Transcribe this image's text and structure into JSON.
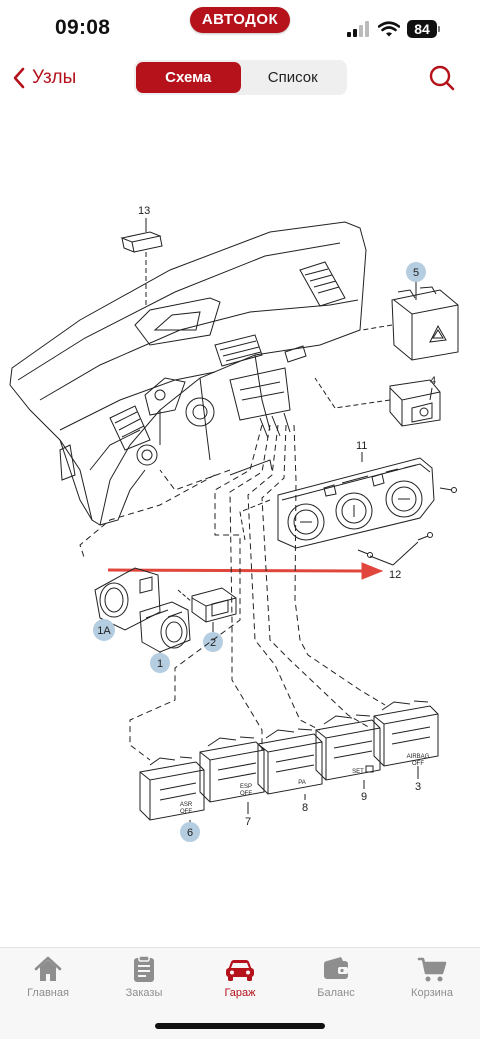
{
  "status_bar": {
    "time": "09:08",
    "brand": "АВТОДОК",
    "battery": "84",
    "icons": [
      "signal-icon",
      "wifi-icon",
      "battery-icon"
    ]
  },
  "nav": {
    "back_label": "Узлы",
    "tabs": [
      {
        "label": "Схема",
        "active": true
      },
      {
        "label": "Список",
        "active": false
      }
    ],
    "search_icon": "search-icon"
  },
  "diagram": {
    "callouts": [
      "13",
      "5",
      "4",
      "11",
      "12",
      "1A",
      "1",
      "2",
      "6",
      "7",
      "8",
      "9",
      "3"
    ],
    "switch_texts": {
      "asr": [
        "ASR",
        "OFF"
      ],
      "esp": [
        "ESP",
        "OFF"
      ],
      "pa": "PA",
      "set": "SET",
      "airbag": [
        "AIRBAG",
        "OFF"
      ]
    },
    "highlight_color": "#b5cde0",
    "arrow_color": "#e0463c"
  },
  "tab_bar": {
    "items": [
      {
        "label": "Главная",
        "icon": "home-icon",
        "active": false
      },
      {
        "label": "Заказы",
        "icon": "orders-icon",
        "active": false
      },
      {
        "label": "Гараж",
        "icon": "car-icon",
        "active": true
      },
      {
        "label": "Баланс",
        "icon": "wallet-icon",
        "active": false
      },
      {
        "label": "Корзина",
        "icon": "cart-icon",
        "active": false
      }
    ]
  },
  "colors": {
    "accent": "#b5121b",
    "tab_inactive": "#8e8e8e",
    "segment_bg": "#efefef"
  }
}
